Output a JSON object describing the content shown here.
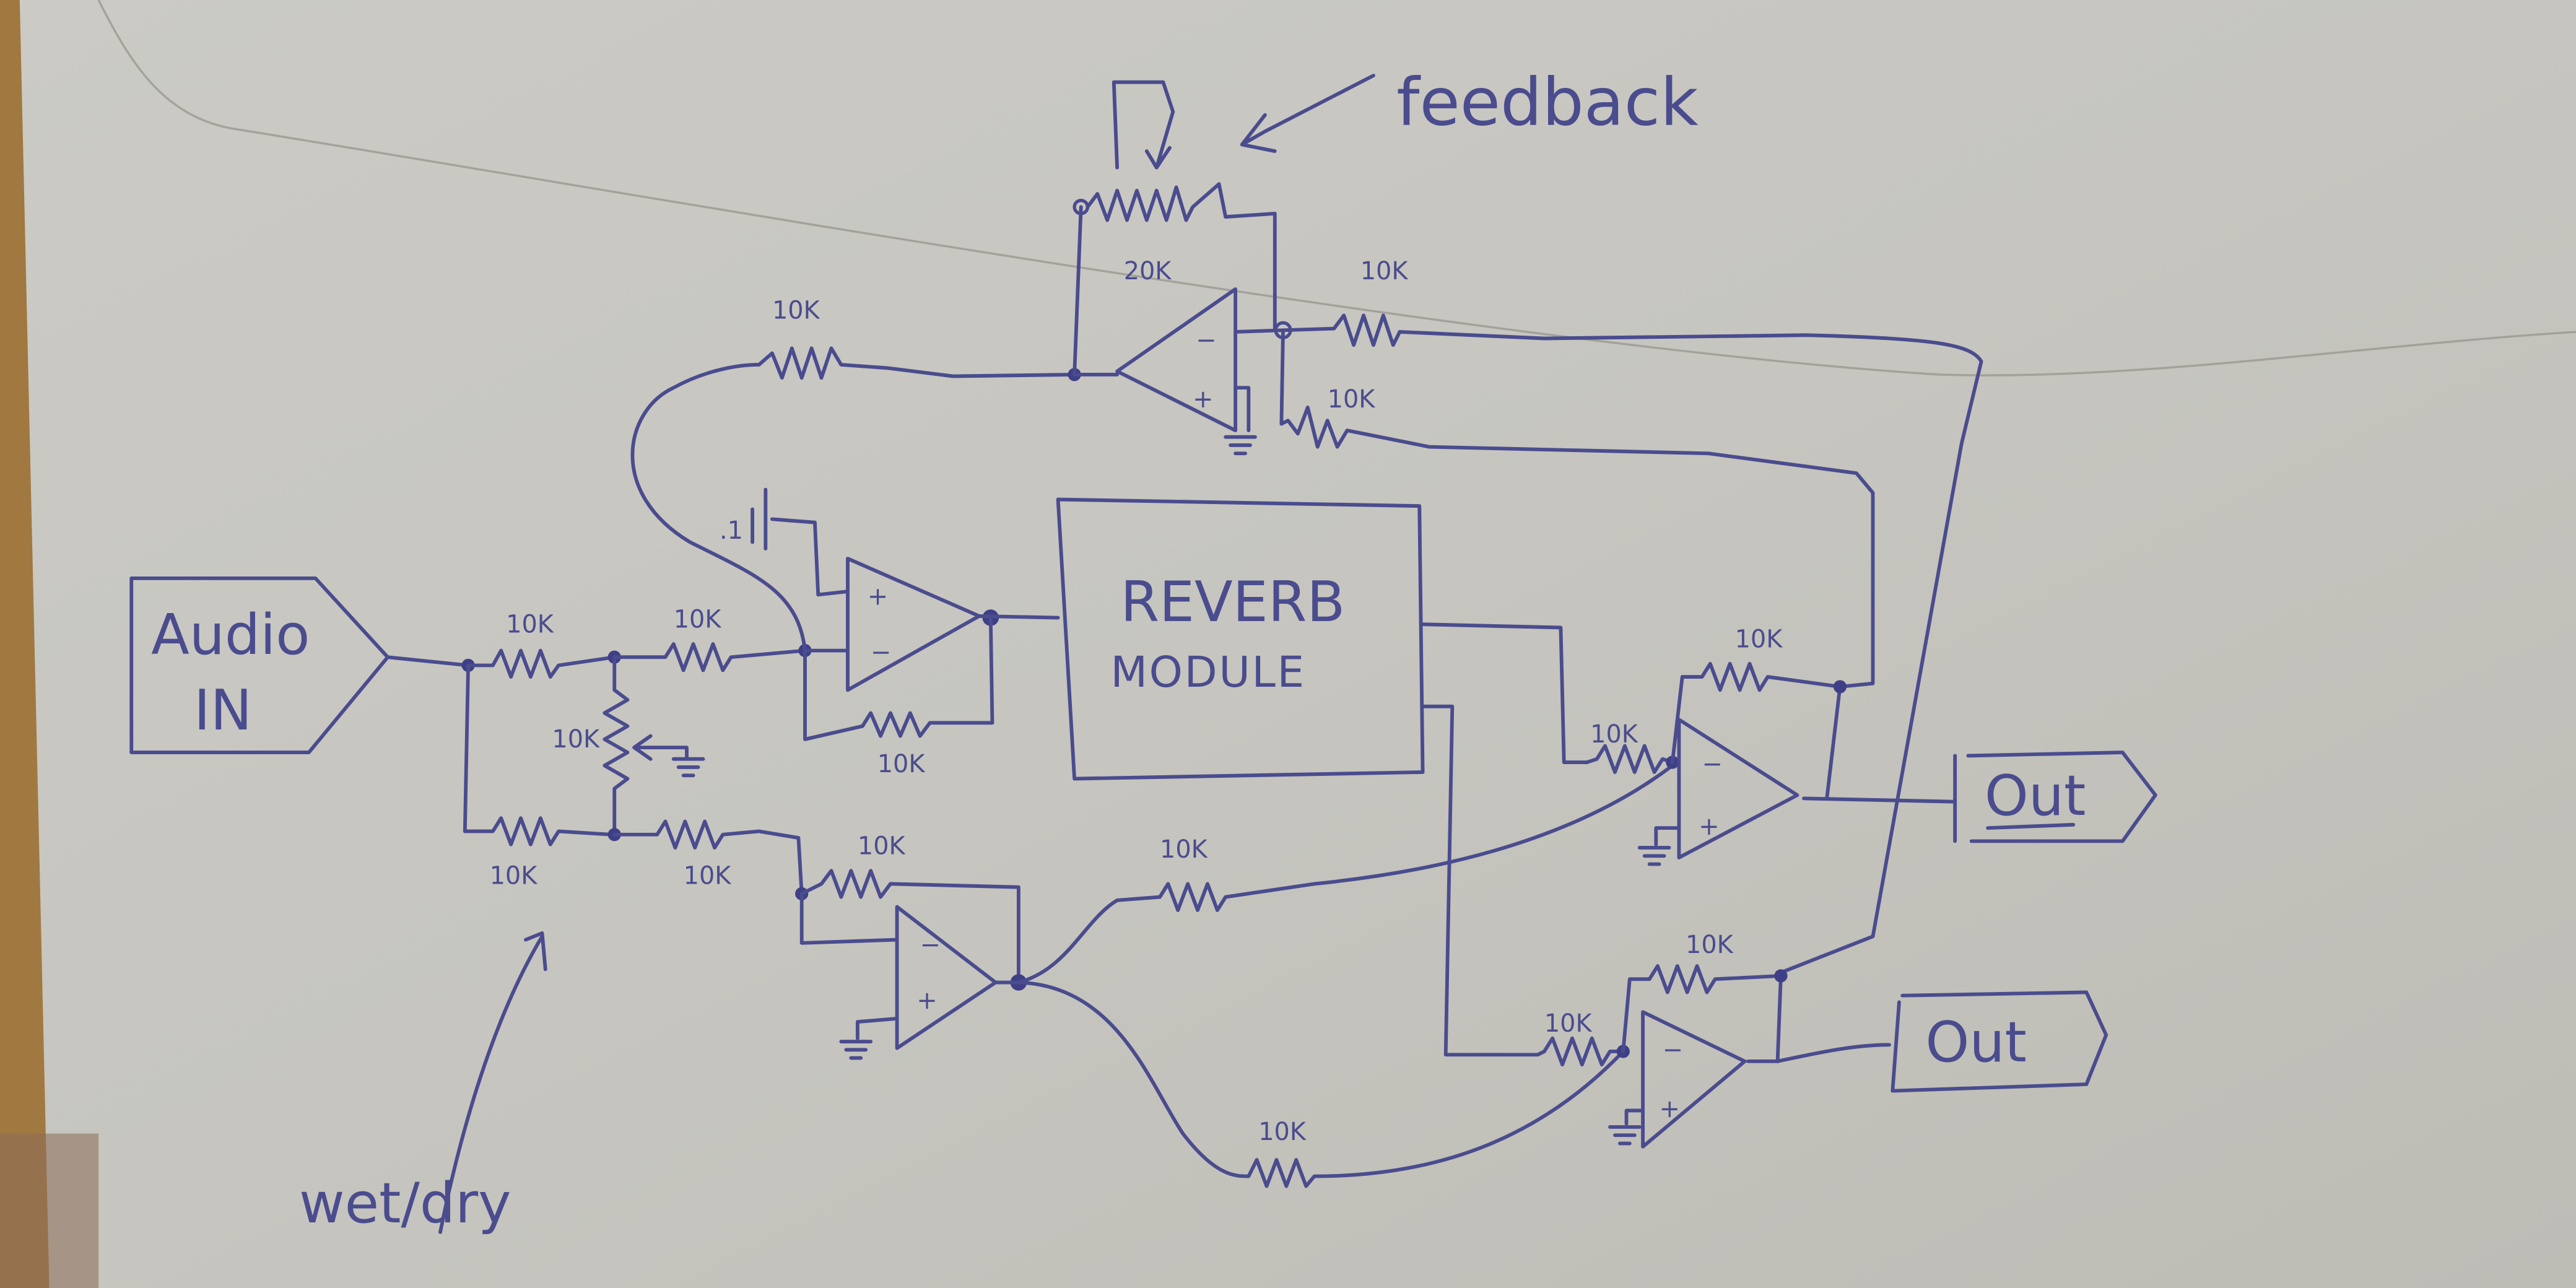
{
  "diagram": {
    "kind": "hand-drawn circuit schematic on envelope",
    "title_annotations": {
      "feedback": "feedback",
      "wet_dry": "wet/dry"
    },
    "io": {
      "input": {
        "line1": "Audio",
        "line2": "IN"
      },
      "output_top": "Out",
      "output_bottom": "Out"
    },
    "module": {
      "line1": "REVERB",
      "line2": "MODULE"
    },
    "components": {
      "r_in_top": "10K",
      "r_to_buffer": "10K",
      "r_pot_wetdry": "10K",
      "r_in_bottom": "10K",
      "r_to_inverter": "10K",
      "r_buffer_fb": "10K",
      "r_inverter_fb": "10K",
      "r_feedback_in": "10K",
      "pot_feedback": "20K",
      "r_fb_out_top": "10K",
      "r_fb_out_bottom": "10K",
      "r_mix_top_in": "10K",
      "r_mix_top_fb": "10K",
      "r_mix_top_inv": "10K",
      "r_mix_bot_in": "10K",
      "r_mix_bot_fb": "10K",
      "r_mix_bot_inv": "10K",
      "cap_buffer": ".1"
    },
    "opamp_pins": {
      "plus": "+",
      "minus": "−"
    },
    "colors": {
      "ink": "#4a4c8e",
      "paper": "#c9c8c2",
      "paper_flap": "#cfcec9",
      "backdrop": "#8a6a40"
    }
  }
}
